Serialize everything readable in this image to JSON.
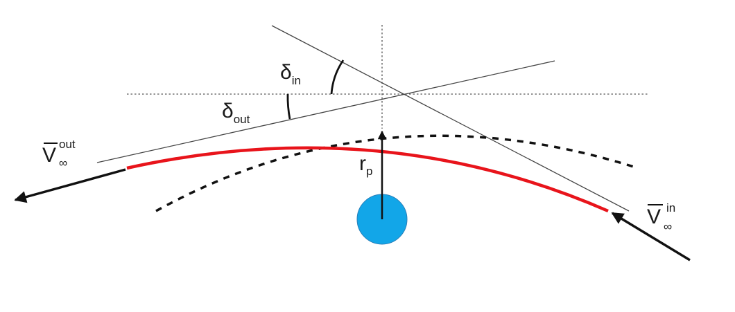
{
  "diagram": {
    "labels": {
      "delta_in": {
        "symbol": "δ",
        "subscript": "in"
      },
      "delta_out": {
        "symbol": "δ",
        "subscript": "out"
      },
      "v_out": {
        "symbol": "V",
        "superscript": "out",
        "subscript": "∞"
      },
      "v_in": {
        "symbol": "V",
        "superscript": "in",
        "subscript": "∞"
      },
      "periapsis_radius": {
        "symbol": "r",
        "subscript": "p"
      }
    },
    "colors": {
      "trajectory": "#e8141b",
      "planet": "#12a6e8",
      "lines": "#111111",
      "reference_lines": "#555555"
    },
    "icons": {
      "planet": "filled-circle",
      "arrow": "arrowhead"
    }
  }
}
